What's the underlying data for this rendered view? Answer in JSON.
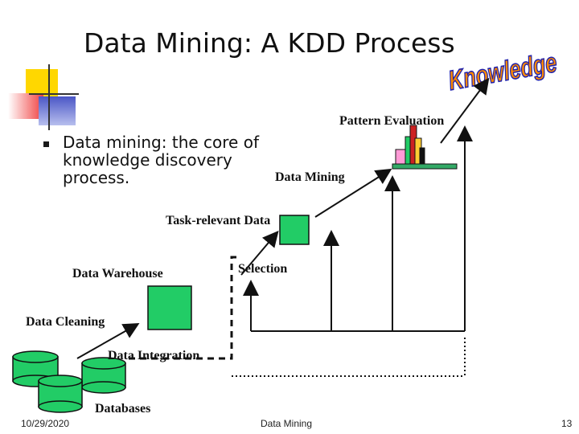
{
  "slide": {
    "title": "Data Mining: A KDD Process",
    "bullet": "Data mining: the core of knowledge discovery process.",
    "logo_word": "Knowledge",
    "labels": {
      "pattern_evaluation": "Pattern Evaluation",
      "data_mining": "Data Mining",
      "task_relevant_data": "Task-relevant Data",
      "data_warehouse": "Data Warehouse",
      "selection": "Selection",
      "data_cleaning": "Data Cleaning",
      "data_integration": "Data Integration",
      "databases": "Databases"
    },
    "footer": {
      "date": "10/29/2020",
      "center": "Data Mining",
      "page": "13"
    }
  },
  "colors": {
    "deco_yellow": "#ffd700",
    "deco_blue": "#4a56c6",
    "deco_red": "#f04040",
    "knowledge_fill": "#ff8a00",
    "knowledge_outline": "#2222aa",
    "box_green": "#22cc66",
    "db_green": "#22cc66"
  }
}
